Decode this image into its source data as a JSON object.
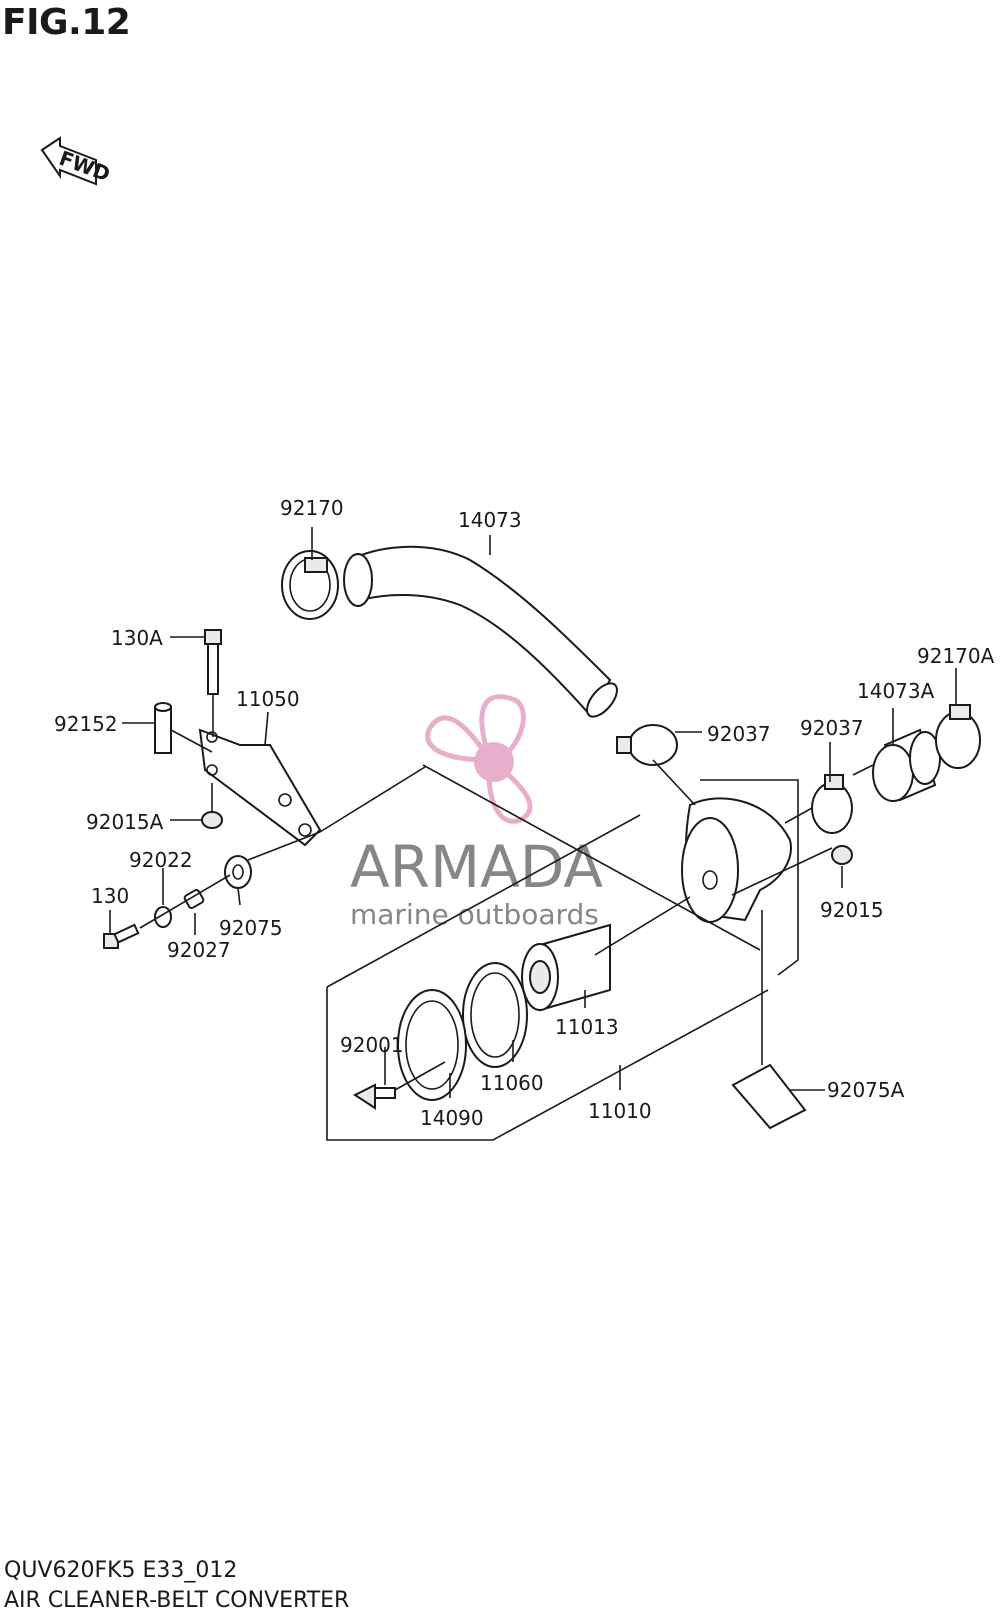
{
  "figure": {
    "title": "FIG.12"
  },
  "fwd_arrow": {
    "label": "FWD"
  },
  "parts": {
    "p92170": "92170",
    "p14073": "14073",
    "p130A": "130A",
    "p11050": "11050",
    "p92152": "92152",
    "p92015A": "92015A",
    "p92022": "92022",
    "p130": "130",
    "p92075": "92075",
    "p92027": "92027",
    "p92037a": "92037",
    "p92037b": "92037",
    "p92170A": "92170A",
    "p14073A": "14073A",
    "p92015": "92015",
    "p11013": "11013",
    "p92001": "92001",
    "p11060": "11060",
    "p14090": "14090",
    "p11010": "11010",
    "p92075A": "92075A"
  },
  "watermark": {
    "brand": "ARMADA",
    "tagline": "marine outboards",
    "color": "#e7a6c6"
  },
  "footer": {
    "code": "QUV620FK5 E33_012",
    "name": "AIR CLEANER-BELT CONVERTER"
  }
}
